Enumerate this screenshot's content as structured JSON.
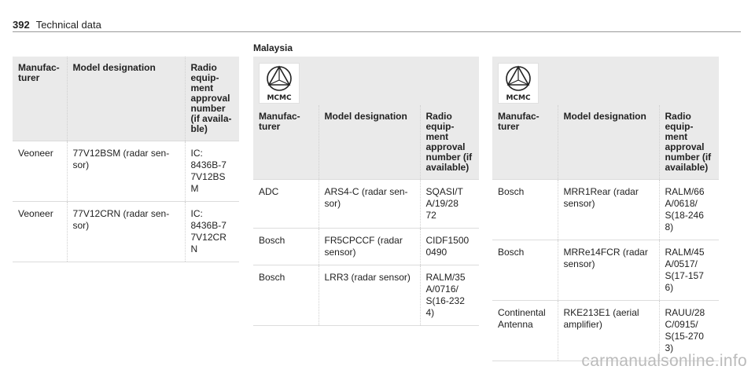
{
  "header": {
    "page_number": "392",
    "section_title": "Technical data"
  },
  "col1": {
    "headers": [
      "Manufac-\nturer",
      "Model designation",
      "Radio\nequip-\nment\napproval\nnumber\n(if availa-\nble)"
    ],
    "rows": [
      [
        "Veoneer",
        "77V12BSM (radar sen-\nsor)",
        "IC:\n8436B-7\n7V12BS\nM"
      ],
      [
        "Veoneer",
        "77V12CRN (radar sen-\nsor)",
        "IC:\n8436B-7\n7V12CR\nN"
      ]
    ]
  },
  "col2": {
    "region": "Malaysia",
    "logo_text": "MCMC",
    "headers": [
      "Manufac-\nturer",
      "Model designation",
      "Radio\nequip-\nment\napproval\nnumber (if\navailable)"
    ],
    "rows": [
      [
        "ADC",
        "ARS4-C (radar sen-\nsor)",
        "SQASI/T\nA/19/28\n72"
      ],
      [
        "Bosch",
        "FR5CPCCF (radar\nsensor)",
        "CIDF1500\n0490"
      ],
      [
        "Bosch",
        "LRR3 (radar sensor)",
        "RALM/35\nA/0716/\nS(16-232\n4)"
      ]
    ]
  },
  "col3": {
    "logo_text": "MCMC",
    "headers": [
      "Manufac-\nturer",
      "Model designation",
      "Radio\nequip-\nment\napproval\nnumber (if\navailable)"
    ],
    "rows": [
      [
        "Bosch",
        "MRR1Rear (radar\nsensor)",
        "RALM/66\nA/0618/\nS(18-246\n8)"
      ],
      [
        "Bosch",
        "MRRe14FCR (radar\nsensor)",
        "RALM/45\nA/0517/\nS(17-157\n6)"
      ],
      [
        "Continental\nAntenna",
        "RKE213E1 (aerial\namplifier)",
        "RAUU/28\nC/0915/\nS(15-270\n3)"
      ]
    ]
  },
  "watermark": "carmanualsonline.info"
}
